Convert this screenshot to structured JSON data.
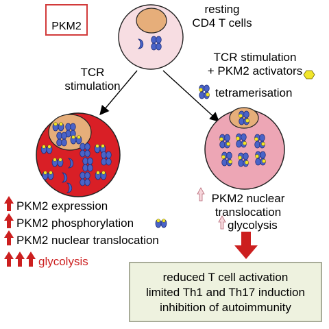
{
  "legend": {
    "label": "PKM2"
  },
  "resting": {
    "line1": "resting",
    "line2": "CD4 T cells"
  },
  "left_branch": {
    "line1": "TCR",
    "line2": "stimulation"
  },
  "right_branch": {
    "line1": "TCR stimulation",
    "line2": "+ PKM2 activators",
    "tetramer_label": "tetramerisation"
  },
  "left_effects": [
    "PKM2 expression",
    "PKM2 phosphorylation",
    "PKM2 nuclear translocation",
    "glycolysis"
  ],
  "right_effects": {
    "translocation_line1": "PKM2 nuclear",
    "translocation_line2": "translocation",
    "glycolysis": "glycolysis"
  },
  "outcome": [
    "reduced T cell activation",
    "limited Th1 and Th17 induction",
    "inhibition of autoimmunity"
  ],
  "colors": {
    "resting_cell": "#f7dde2",
    "activated_cell": "#d91f26",
    "treated_cell": "#eda6b5",
    "nucleus": "#e6ae7a",
    "pkm2_blue": "#4a63c7",
    "activator_yellow": "#f2e62a",
    "arrow_red": "#cc1f1f",
    "outcome_fill": "#eef2df"
  }
}
